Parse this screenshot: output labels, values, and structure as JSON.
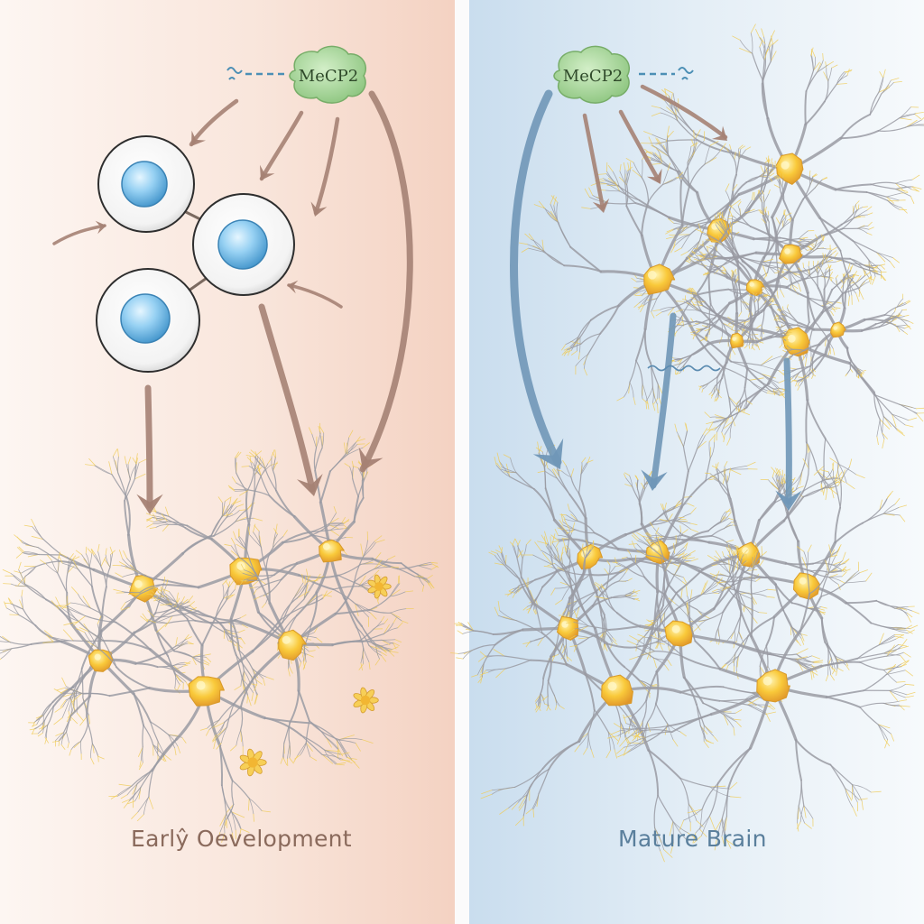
{
  "panels": {
    "left": {
      "title": "Earlŷ Oevelopment"
    },
    "right": {
      "title": "Mature Brain"
    }
  },
  "protein": {
    "label": "MeCP2"
  },
  "colors": {
    "left_bg": "#f7ddd0",
    "right_bg": "#d3e4f1",
    "left_arrow": "#a58274",
    "right_arrow": "#7097b7",
    "mecp2_fill": "#a9d59a",
    "cell_nucleus": "#8fcaf0",
    "neuron_soma": "#f8c53a",
    "dendrite": "#9a9ba3",
    "fiber": "#f0cc57"
  },
  "icons": [
    "mecp2-blob",
    "stem-cell",
    "neuron",
    "arrow"
  ]
}
